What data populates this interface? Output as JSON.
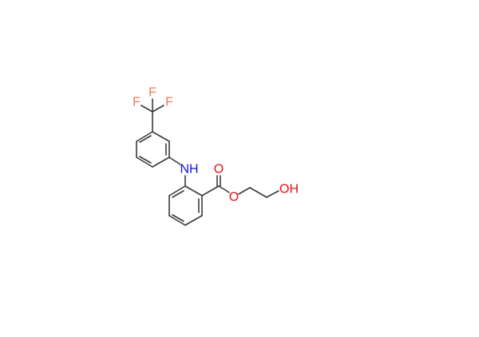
{
  "molecule": {
    "atoms": {
      "f1": "F",
      "f2": "F",
      "f3": "F",
      "nh": "NH",
      "o_carbonyl": "O",
      "o_ester": "O",
      "oh": "OH"
    },
    "colors": {
      "fluorine": "#f07850",
      "nitrogen": "#1010e0",
      "oxygen": "#e01010",
      "bond": "#3a3a3a"
    }
  }
}
